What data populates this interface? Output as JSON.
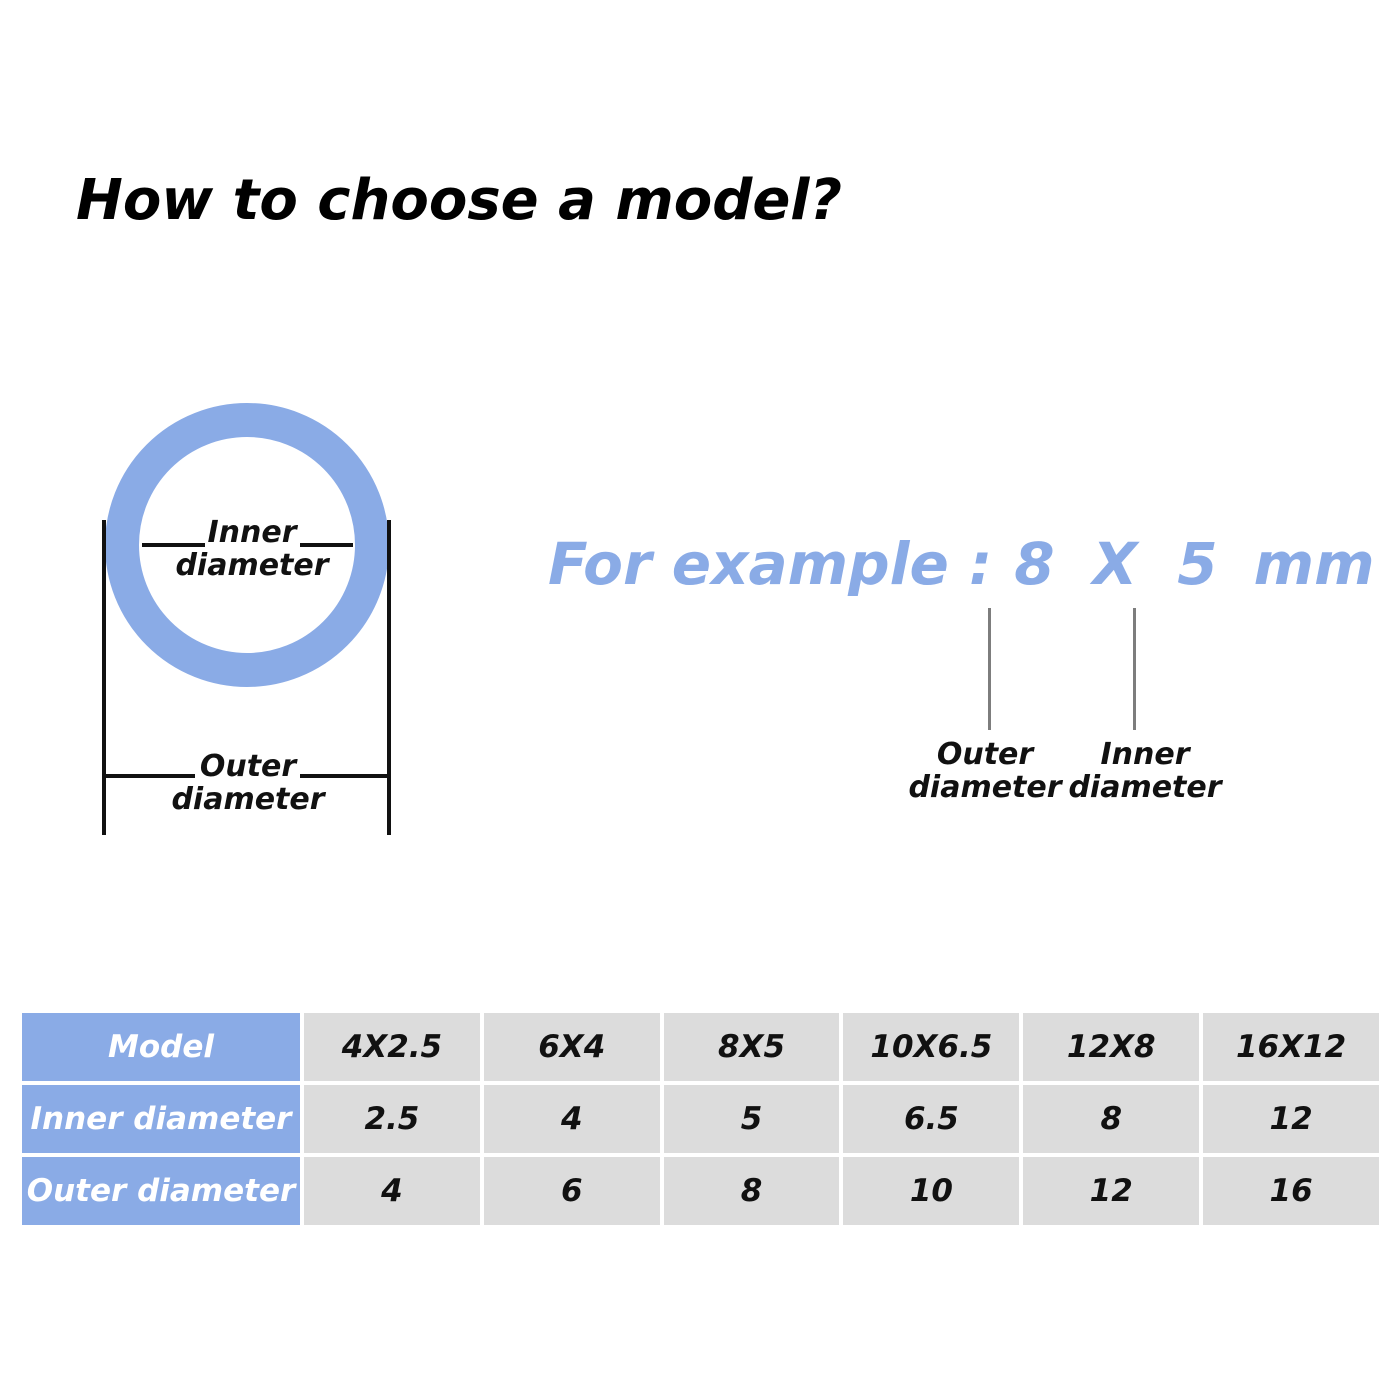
{
  "title": "How to choose a model?",
  "colors": {
    "accent": "#8aabe6",
    "cell_bg": "#dcdcdc",
    "text": "#111111"
  },
  "diagram": {
    "inner_label": [
      "Inner",
      "diameter"
    ],
    "outer_label": [
      "Outer",
      "diameter"
    ]
  },
  "example": {
    "prefix": "For example :",
    "outer_value": "8",
    "times": "X",
    "inner_value": "5",
    "unit": "mm",
    "outer_callout": [
      "Outer",
      "diameter"
    ],
    "inner_callout": [
      "Inner",
      "diameter"
    ]
  },
  "table": {
    "rows": [
      {
        "header": "Model",
        "cells": [
          "4X2.5",
          "6X4",
          "8X5",
          "10X6.5",
          "12X8",
          "16X12"
        ]
      },
      {
        "header": "Inner diameter",
        "cells": [
          "2.5",
          "4",
          "5",
          "6.5",
          "8",
          "12"
        ]
      },
      {
        "header": "Outer diameter",
        "cells": [
          "4",
          "6",
          "8",
          "10",
          "12",
          "16"
        ]
      }
    ]
  }
}
